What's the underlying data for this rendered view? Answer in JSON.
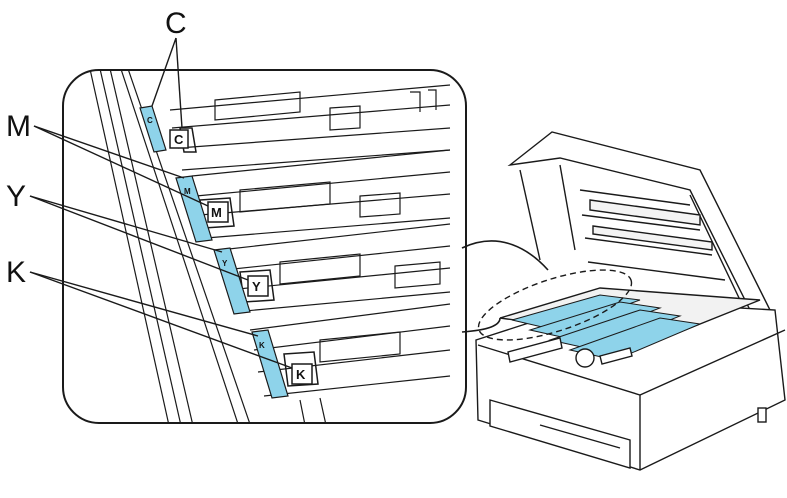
{
  "callouts": {
    "c": "C",
    "m": "M",
    "y": "Y",
    "k": "K"
  },
  "cartridge_labels": {
    "c": "C",
    "m": "M",
    "y": "Y",
    "k": "K"
  },
  "colors": {
    "line": "#1a1a1a",
    "cartridge_blue": "#8ed3ea",
    "background": "#ffffff"
  }
}
